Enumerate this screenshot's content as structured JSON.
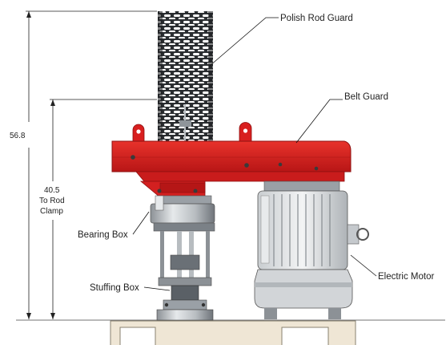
{
  "labels": {
    "polish_rod_guard": "Polish Rod Guard",
    "belt_guard": "Belt Guard",
    "bearing_box": "Bearing Box",
    "stuffing_box": "Stuffing Box",
    "electric_motor": "Electric Motor"
  },
  "dimensions": {
    "overall_height": "56.8",
    "rod_clamp_value": "40.5",
    "rod_clamp_line2": "To Rod",
    "rod_clamp_line3": "Clamp"
  },
  "colors": {
    "guard_red": "#d81f1f",
    "guard_red_dark": "#9e1212",
    "steel_light": "#d9dde0",
    "steel_mid": "#9aa0a6",
    "steel_dark": "#4a4f55",
    "base_beige": "#efe6d5"
  }
}
